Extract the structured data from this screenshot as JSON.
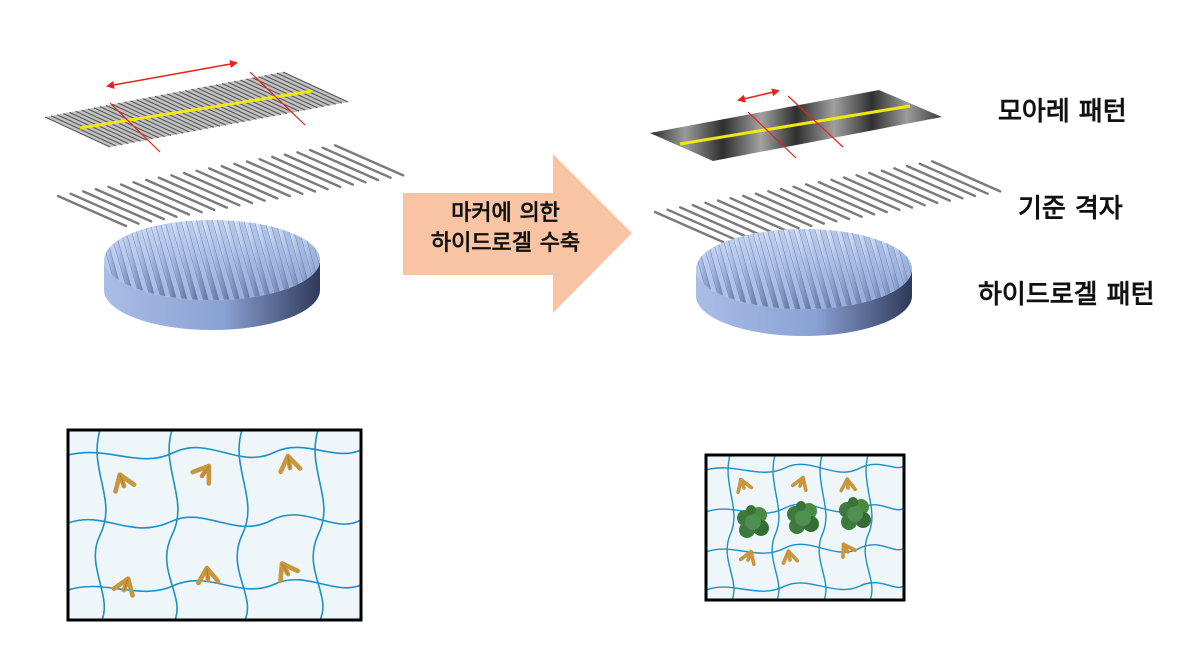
{
  "labels": {
    "moire_pattern": "모아레 패턴",
    "reference_grating": "기준 격자",
    "hydrogel_pattern": "하이드로겔 패턴"
  },
  "arrow": {
    "line1": "마커에 의한",
    "line2": "하이드로겔 수축"
  },
  "colors": {
    "arrow_fill": "#F8C4A4",
    "double_arrow": "#E8201A",
    "marker_line": "#E8201A",
    "center_line": "#F2E614",
    "mesh_line": "#1E8FC8",
    "mesh_bg": "#EEF6FA",
    "antibody": "#C8963C",
    "target_marker": "#3E7A3E",
    "hydrogel": "#9DB4DE"
  },
  "icons": [
    "antibody-icon",
    "target-marker-icon",
    "double-arrow-icon"
  ]
}
